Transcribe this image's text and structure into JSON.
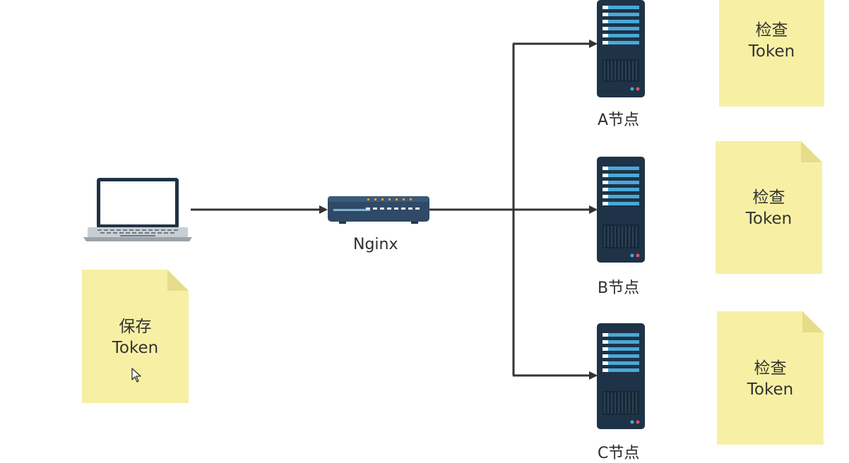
{
  "client": {
    "note_line1": "保存",
    "note_line2": "Token"
  },
  "proxy": {
    "label": "Nginx"
  },
  "nodes": [
    {
      "label": "A节点",
      "note_line1": "检查",
      "note_line2": "Token"
    },
    {
      "label": "B节点",
      "note_line1": "检查",
      "note_line2": "Token"
    },
    {
      "label": "C节点",
      "note_line1": "检查",
      "note_line2": "Token"
    }
  ],
  "colors": {
    "note": "#f7f0a4",
    "note_fold": "#e6dc8a",
    "arrow": "#333333",
    "server_body": "#1e3347",
    "server_slot": "#4aa8d8",
    "router_body": "#2f4a66",
    "router_led": "#f0a030"
  },
  "icons": {
    "client": "laptop-icon",
    "proxy": "router-icon",
    "nodes": "server-icon",
    "pointer": "mouse-cursor-icon"
  }
}
